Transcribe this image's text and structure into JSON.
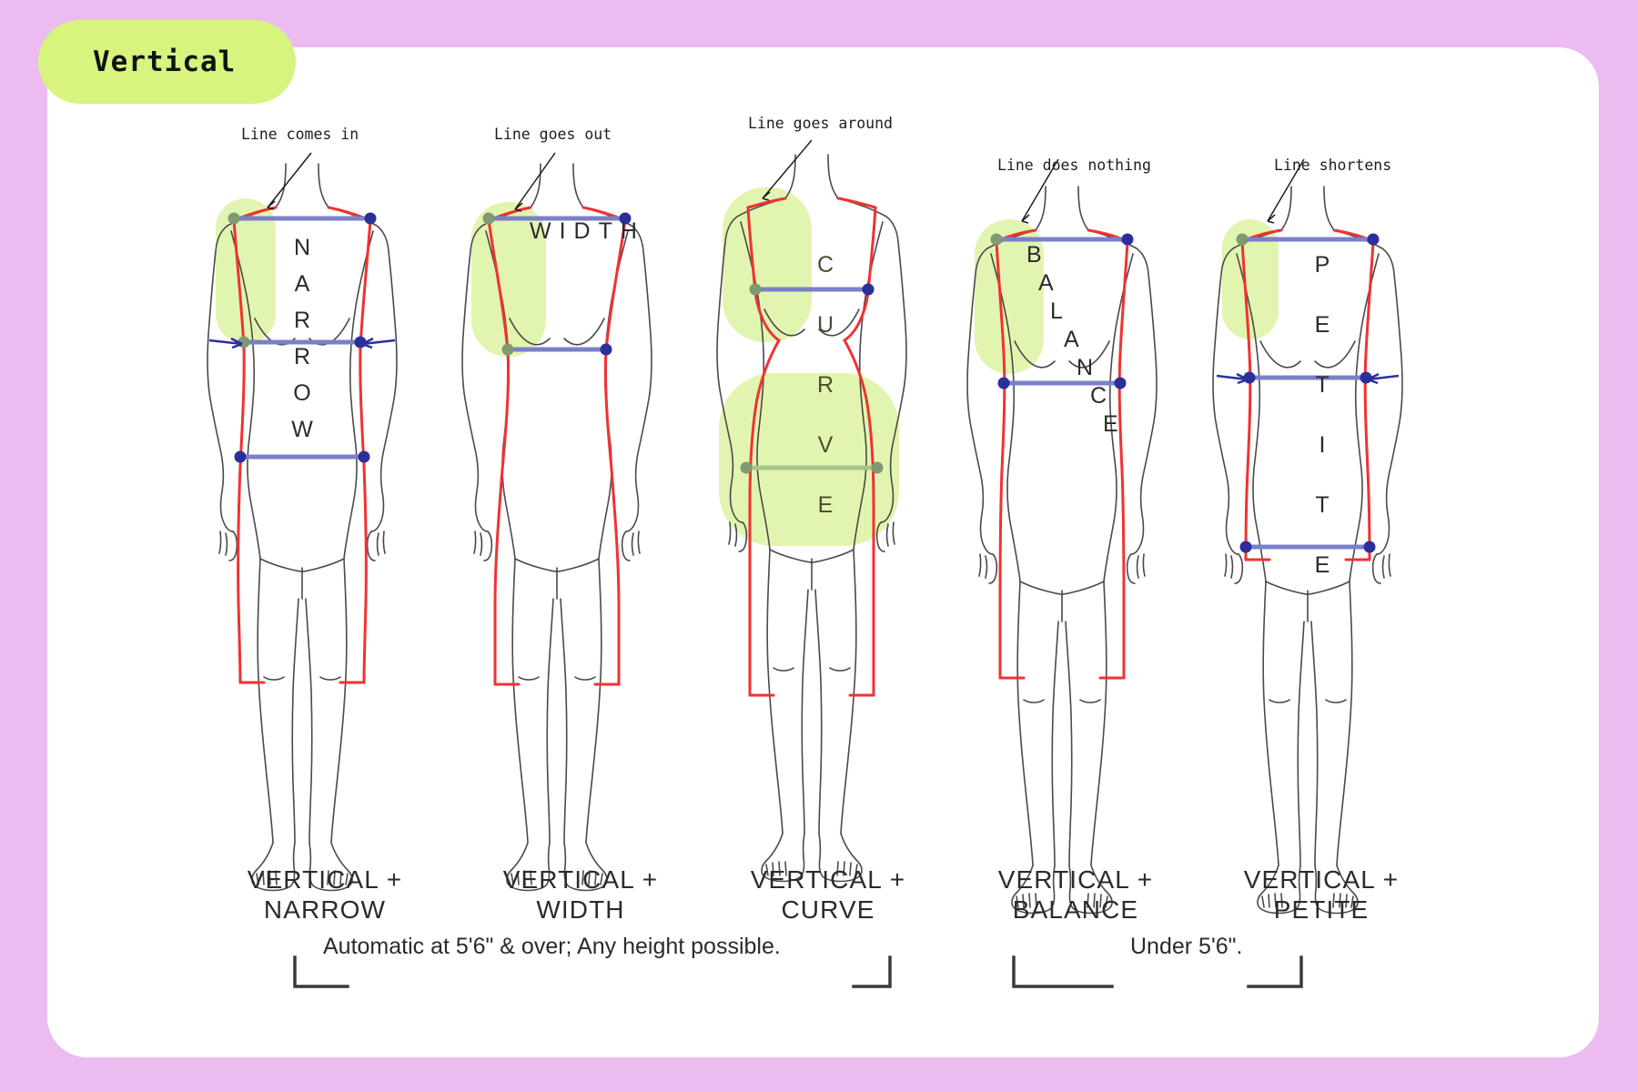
{
  "page": {
    "background_color": "#ecbcf0",
    "card_color": "#ffffff"
  },
  "header": {
    "badge_label": "Vertical",
    "badge_color": "#d6f47e",
    "badge_text_color": "#121212"
  },
  "palette": {
    "highlight_green": "#e2f5b0",
    "line_red": "#f03232",
    "line_blue": "#7a80c8",
    "dot_blue": "#2b2f9c",
    "dot_green": "#7f9a72",
    "body_outline": "#4a4a4a",
    "arrow_blue": "#2b2f9c"
  },
  "figures": [
    {
      "id": "vertical-narrow",
      "callout": "Line comes in",
      "body_word": "NARROW",
      "word_layout": "vertical",
      "caption_line1": "VERTICAL +",
      "caption_line2": "NARROW"
    },
    {
      "id": "vertical-width",
      "callout": "Line goes out",
      "body_word": "WIDTH",
      "word_layout": "horizontal",
      "caption_line1": "VERTICAL +",
      "caption_line2": "WIDTH"
    },
    {
      "id": "vertical-curve",
      "callout": "Line goes around",
      "body_word": "CURVE",
      "word_layout": "vertical",
      "caption_line1": "VERTICAL +",
      "caption_line2": "CURVE"
    },
    {
      "id": "vertical-balance",
      "callout": "Line does nothing",
      "body_word": "BALANCE",
      "word_layout": "diagonal",
      "caption_line1": "VERTICAL +",
      "caption_line2": "BALANCE"
    },
    {
      "id": "vertical-petite",
      "callout": "Line shortens",
      "body_word": "PETITE",
      "word_layout": "vertical",
      "caption_line1": "VERTICAL +",
      "caption_line2": "PETITE"
    }
  ],
  "brackets": [
    {
      "id": "bracket-tall",
      "note": "Automatic at 5'6\" & over; Any height possible."
    },
    {
      "id": "bracket-short",
      "note": "Under 5'6\"."
    }
  ]
}
